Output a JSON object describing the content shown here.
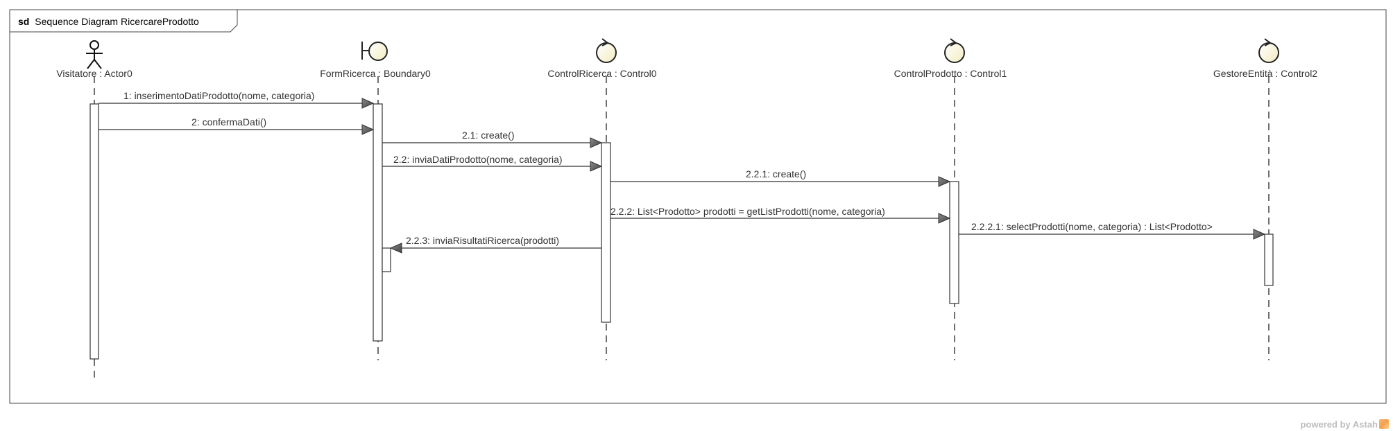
{
  "frame": {
    "keyword": "sd",
    "title": "Sequence Diagram RicercareProdotto"
  },
  "lifelines": [
    {
      "id": "visitatore",
      "kind": "actor",
      "label": "Visitatore : Actor0"
    },
    {
      "id": "formricerca",
      "kind": "boundary",
      "label": "FormRicerca : Boundary0"
    },
    {
      "id": "controlricerca",
      "kind": "control",
      "label": "ControlRicerca : Control0"
    },
    {
      "id": "controlprodotto",
      "kind": "control",
      "label": "ControlProdotto : Control1"
    },
    {
      "id": "gestoreentita",
      "kind": "control",
      "label": "GestoreEntità : Control2"
    }
  ],
  "messages": [
    {
      "label": "1: inserimentoDatiProdotto(nome, categoria)",
      "from": "visitatore",
      "to": "formricerca"
    },
    {
      "label": "2: confermaDati()",
      "from": "visitatore",
      "to": "formricerca"
    },
    {
      "label": "2.1: create()",
      "from": "formricerca",
      "to": "controlricerca"
    },
    {
      "label": "2.2: inviaDatiProdotto(nome, categoria)",
      "from": "formricerca",
      "to": "controlricerca"
    },
    {
      "label": "2.2.1: create()",
      "from": "controlricerca",
      "to": "controlprodotto"
    },
    {
      "label": "2.2.2: List<Prodotto> prodotti = getListProdotti(nome, categoria)",
      "from": "controlricerca",
      "to": "controlprodotto"
    },
    {
      "label": "2.2.2.1: selectProdotti(nome, categoria) : List<Prodotto>",
      "from": "controlprodotto",
      "to": "gestoreentita"
    },
    {
      "label": "2.2.3: inviaRisultatiRicerca(prodotti)",
      "from": "controlricerca",
      "to": "formricerca"
    }
  ],
  "watermark": "powered by Astah",
  "colors": {
    "lifeline_fill": "#fffde0",
    "arrowhead": "#555555",
    "line": "#333333"
  }
}
